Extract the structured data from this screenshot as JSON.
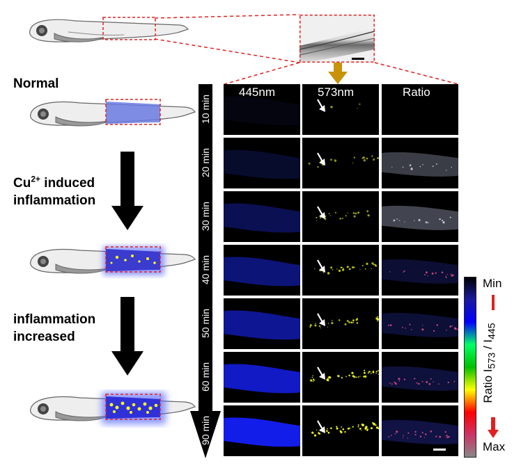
{
  "labels": {
    "normal": "Normal",
    "step1_html": "Cu<sup style=\"font-size:12px\">2+</sup> induced",
    "step1_line2": "inflammation",
    "step2_line1": "inflammation",
    "step2_line2": "increased"
  },
  "columns": [
    "445nm",
    "573nm",
    "Ratio"
  ],
  "times": [
    "10 min",
    "20 min",
    "30 min",
    "40 min",
    "50 min",
    "60 min",
    "90 min"
  ],
  "intensity": {
    "blue": [
      0.03,
      0.25,
      0.45,
      0.6,
      0.7,
      0.85,
      0.95
    ],
    "yellow": [
      0.0,
      0.3,
      0.4,
      0.55,
      0.6,
      0.8,
      0.95
    ],
    "ratio": [
      0.0,
      0.35,
      0.45,
      0.5,
      0.55,
      0.65,
      0.8
    ]
  },
  "colorbar": {
    "min_label": "Min",
    "max_label": "Max",
    "axis_label_prefix": "Ratio",
    "axis_label_html": "Ratio I<sub>573</sub> / I<sub>445</sub>",
    "colors": [
      "#000000",
      "#1a1aa0",
      "#0000ff",
      "#00ff66",
      "#00c000",
      "#ffff00",
      "#ff0000",
      "#cc3366",
      "#888888"
    ]
  },
  "colors": {
    "dashed_box": "#e02020",
    "arrow_gold": "#c8930a",
    "panel_bg": "#000000",
    "fish_blue": "#6a7be0",
    "inflammation_yellow": "#f5ff20"
  }
}
